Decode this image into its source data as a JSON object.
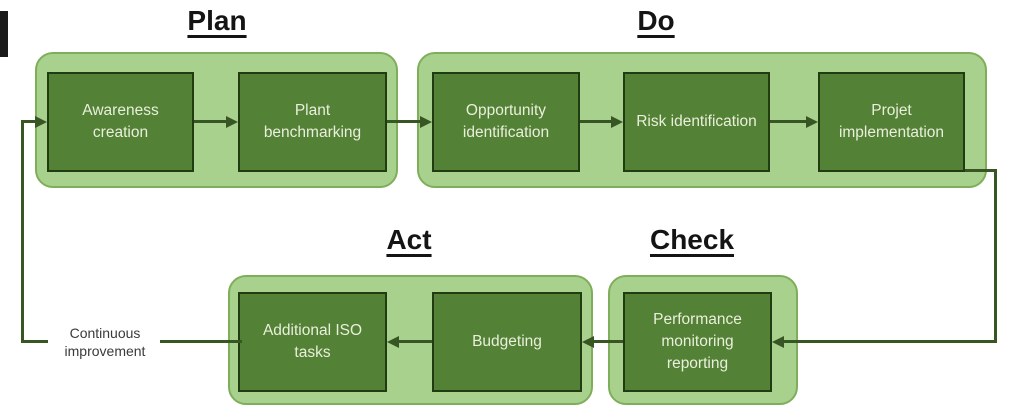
{
  "colors": {
    "background": "#ffffff",
    "container_fill": "#a9d18e",
    "container_border": "#7fae5b",
    "box_fill": "#538135",
    "box_border": "#203c10",
    "box_text": "#e9efdc",
    "arrow": "#375623",
    "heading_text": "#141414",
    "annotation_text": "#3a3a3a"
  },
  "sections": {
    "plan": {
      "label": "Plan"
    },
    "do": {
      "label": "Do"
    },
    "act": {
      "label": "Act"
    },
    "check": {
      "label": "Check"
    }
  },
  "boxes": {
    "awareness": {
      "label": "Awareness creation"
    },
    "plant": {
      "label": "Plant benchmarking"
    },
    "opportunity": {
      "label": "Opportunity identification"
    },
    "risk": {
      "label": "Risk identification"
    },
    "projet": {
      "label": "Projet implementation"
    },
    "additional": {
      "label": "Additional ISO tasks"
    },
    "budgeting": {
      "label": "Budgeting"
    },
    "performance": {
      "label": "Performance monitoring reporting"
    }
  },
  "annotation": {
    "label": "Continuous improvement"
  }
}
